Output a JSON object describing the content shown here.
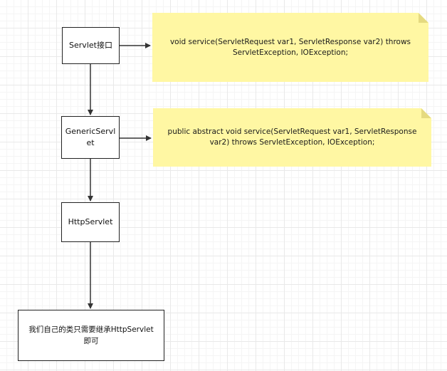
{
  "nodes": {
    "servlet": "Servlet接口",
    "generic_line1": "GenericServl",
    "generic_line2": "et",
    "http": "HttpServlet",
    "custom_line1": "我们自己的类只需要继承HttpServlet",
    "custom_line2": "即可"
  },
  "notes": {
    "servlet_service": "void service(ServletRequest var1, ServletResponse var2) throws ServletException, IOException;",
    "generic_service": "public abstract void service(ServletRequest var1, ServletResponse var2) throws ServletException, IOException;"
  }
}
